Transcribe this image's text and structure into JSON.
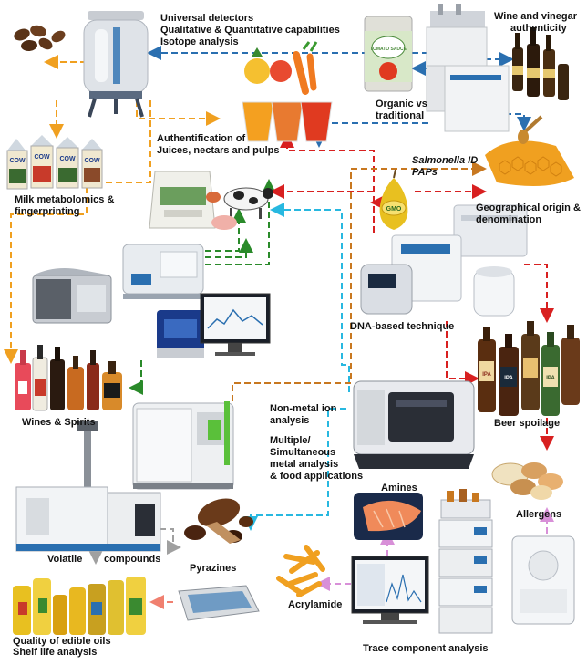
{
  "labels": {
    "universal": "Universal detectors",
    "qualquant": "Qualitative & Quantitative capabilities",
    "isotope": "Isotope analysis",
    "wine_vinegar_1": "Wine and vinegar",
    "wine_vinegar_2": "authenticity",
    "organic_1": "Organic vs",
    "organic_2": "traditional",
    "juices_1": "Authentification of",
    "juices_2": "Juices, nectars and pulps",
    "milk_1": "Milk metabolomics &",
    "milk_2": "fingerprinting",
    "salmonella": "Salmonella ID",
    "paps": "PAPs",
    "geo_1": "Geographical origin &",
    "geo_2": "denomination",
    "dna": "DNA-based technique",
    "wines_spirits": "Wines & Spirits",
    "beer_spoilage": "Beer spoilage",
    "nonmetal_1": "Non-metal ion",
    "nonmetal_2": "analysis",
    "multi_1": "Multiple/",
    "multi_2": "Simultaneous",
    "multi_3": "metal analysis",
    "multi_4": "& food applications",
    "amines": "Amines",
    "allergens": "Allergens",
    "volatile": "Volatile",
    "compounds": "compounds",
    "pyrazines": "Pyrazines",
    "acrylamide": "Acrylamide",
    "oils_1": "Quality of edible oils",
    "oils_2": "Shelf life analysis",
    "trace": "Trace component analysis"
  },
  "badges": {
    "gmo": "GMO",
    "cow": "COW",
    "ipa": "IPA",
    "sauce": "TOMATO SAUCE"
  },
  "colors": {
    "orange": "#f0a020",
    "blue": "#2a6fb0",
    "green": "#2a8a2a",
    "red": "#d82020",
    "lightblue": "#28b8e0",
    "brown": "#c87820",
    "pink": "#d890d8",
    "gray": "#a0a0a0",
    "salmon": "#f08070",
    "darkred": "#b82020"
  },
  "icons": [
    "coffee-beans-icon",
    "nmr-spectrometer-icon",
    "juices-icon",
    "tomato-can-icon",
    "gc-irms-instrument-icon",
    "wine-vinegar-bottles-icon",
    "milk-cartons-icon",
    "honey-icon",
    "pear-gmo-icon",
    "feed-sack-icon",
    "livestock-icon",
    "dna-instruments-icon",
    "ftir-spectrometer-icon",
    "benchtop-analyzer-icon",
    "nir-computer-icon",
    "spirits-bottles-icon",
    "beer-bottles-icon",
    "icp-spectrometer-icon",
    "ion-chromatograph-icon",
    "gc-ms-instrument-icon",
    "cocoa-icon",
    "salmon-fillet-icon",
    "nuts-icon",
    "fries-icon",
    "hplc-system-icon",
    "oil-bottles-icon",
    "autosampler-icon",
    "chromatography-software-icon",
    "detector-module-icon"
  ]
}
